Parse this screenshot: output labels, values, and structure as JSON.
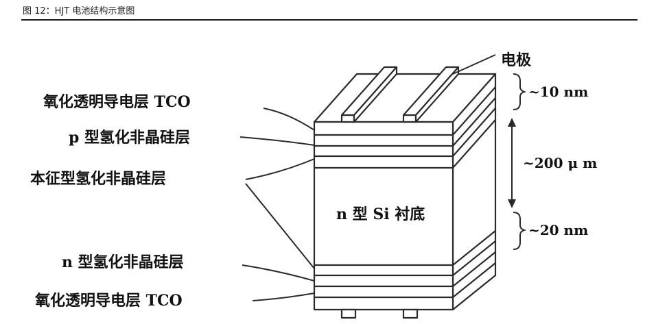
{
  "caption": "图 12：HJT 电池结构示意图",
  "labels": {
    "electrode": "电极",
    "tco_top": "氧化透明导电层 TCO",
    "p_layer": "p 型氢化非晶硅层",
    "intrinsic": "本征型氢化非晶硅层",
    "n_layer": "n 型氢化非晶硅层",
    "tco_bottom": "氧化透明导电层 TCO",
    "substrate": "n 型 Si 衬底"
  },
  "dimensions": {
    "top": "~10 nm",
    "middle": "~200 μ m",
    "bottom": "~20 nm"
  }
}
